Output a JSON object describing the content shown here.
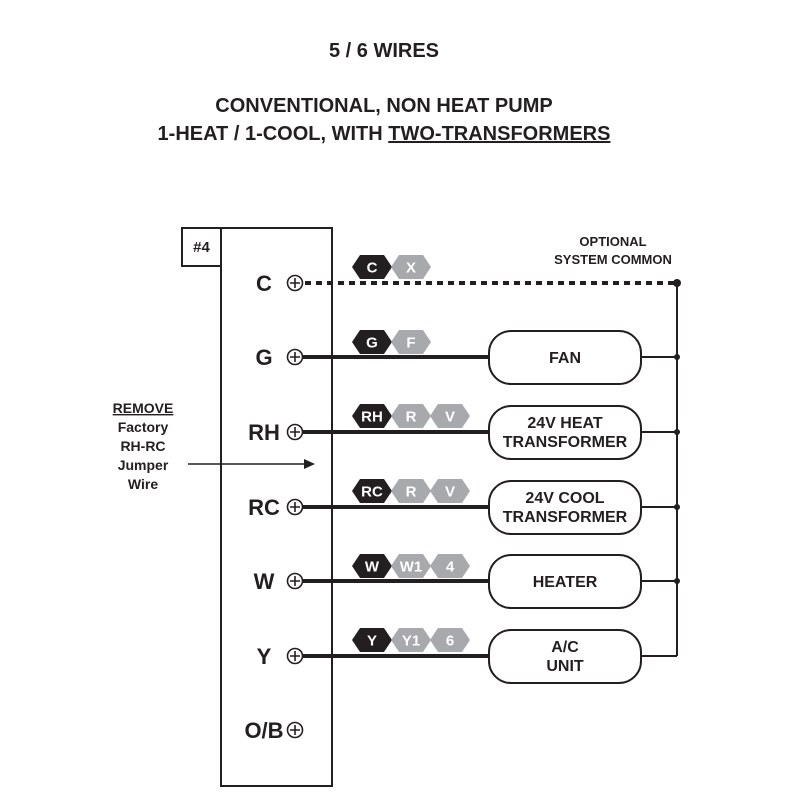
{
  "header": {
    "title_line1": "5 / 6  WIRES",
    "title_line2": "CONVENTIONAL, NON HEAT PUMP",
    "title_line3_prefix": "1-HEAT / 1-COOL, WITH ",
    "title_line3_underlined": "TWO-TRANSFORMERS"
  },
  "terminal_block": {
    "tag": "#4",
    "terminals": [
      "C",
      "G",
      "RH",
      "RC",
      "W",
      "Y",
      "O/B"
    ]
  },
  "optional_common": {
    "line1": "OPTIONAL",
    "line2": "SYSTEM COMMON"
  },
  "remove_note": {
    "line1": "REMOVE",
    "line2": "Factory",
    "line3": "RH-RC",
    "line4": "Jumper",
    "line5": "Wire"
  },
  "wire_tags": {
    "C": [
      "C",
      "X"
    ],
    "G": [
      "G",
      "F"
    ],
    "RH": [
      "RH",
      "R",
      "V"
    ],
    "RC": [
      "RC",
      "R",
      "V"
    ],
    "W": [
      "W",
      "W1",
      "4"
    ],
    "Y": [
      "Y",
      "Y1",
      "6"
    ]
  },
  "devices": {
    "fan": [
      "FAN"
    ],
    "heat_transformer": [
      "24V HEAT",
      "TRANSFORMER"
    ],
    "cool_transformer": [
      "24V COOL",
      "TRANSFORMER"
    ],
    "heater": [
      "HEATER"
    ],
    "ac_unit": [
      "A/C",
      "UNIT"
    ]
  },
  "colors": {
    "ink": "#231f20",
    "tag_dark": "#231f20",
    "tag_light": "#a7a9ac"
  }
}
